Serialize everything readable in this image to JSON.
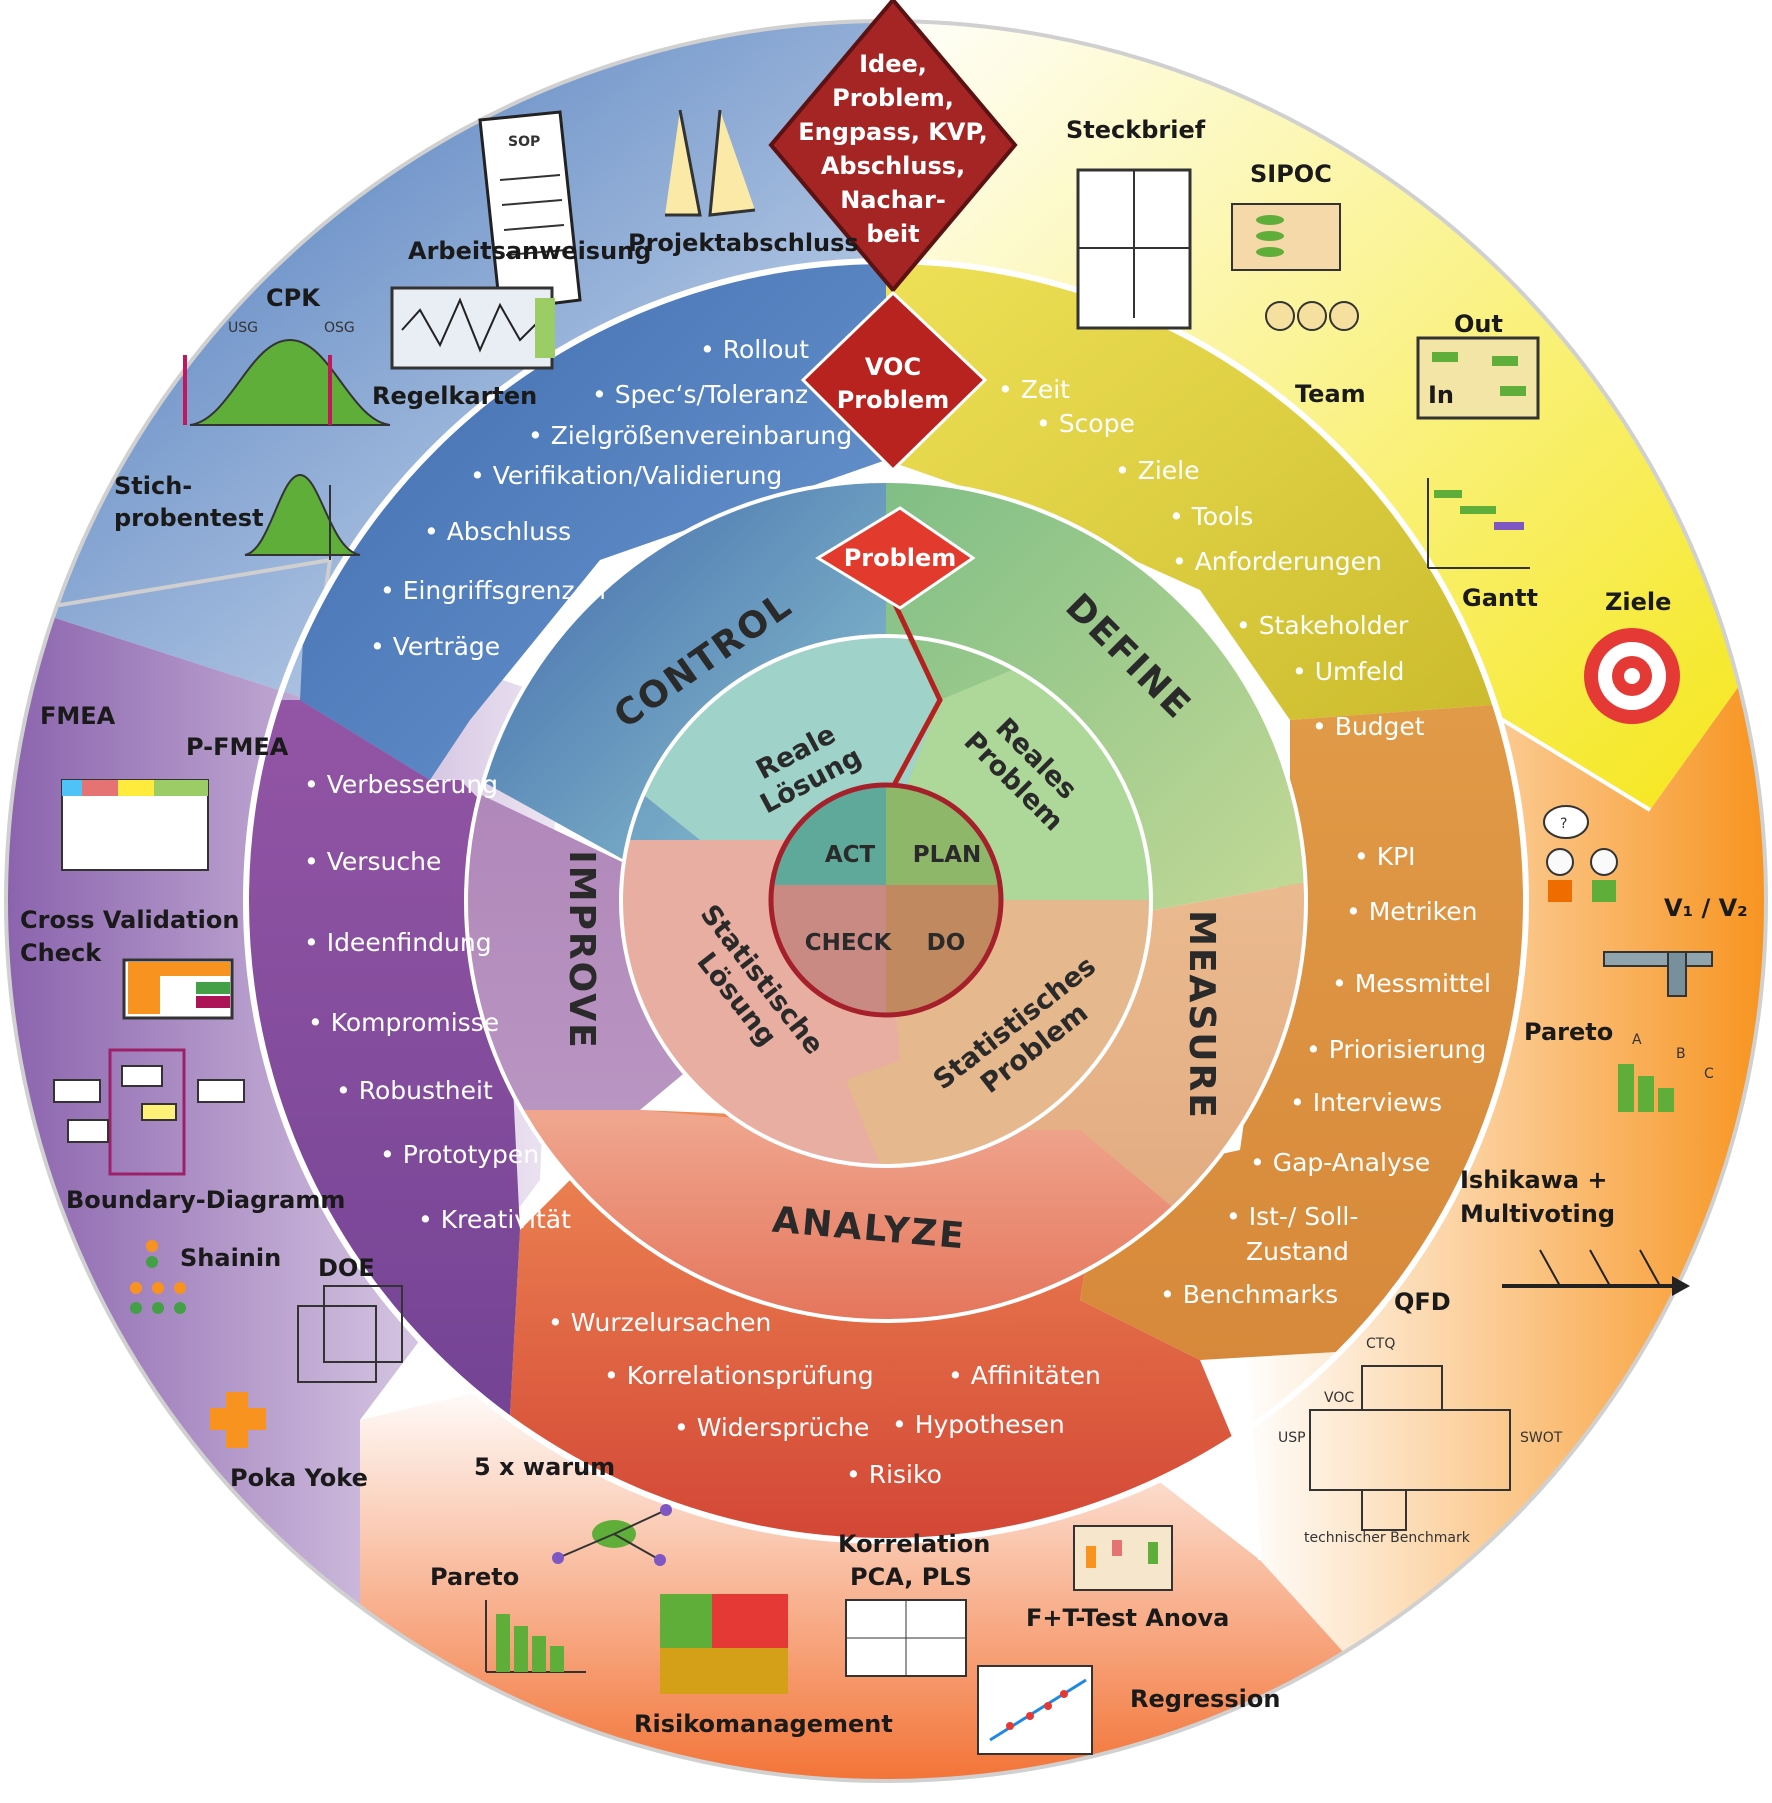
{
  "top_diamond": {
    "lines": [
      "Idee,",
      "Problem,",
      "Engpass, KVP,",
      "Abschluss,",
      "Nachar-",
      "beit"
    ]
  },
  "voc_diamond": {
    "lines": [
      "VOC",
      "Problem"
    ]
  },
  "problem_diamond": {
    "label": "Problem"
  },
  "phases": {
    "control": "CONTROL",
    "define": "DEFINE",
    "measure": "MEASURE",
    "analyze": "ANALYZE",
    "improve": "IMPROVE"
  },
  "mid_ring": {
    "reale_loesung": [
      "Reale",
      "Lösung"
    ],
    "reales_problem": [
      "Reales",
      "Problem"
    ],
    "statistisches_problem": [
      "Statistisches",
      "Problem"
    ],
    "statistische_loesung": [
      "Statistische",
      "Lösung"
    ]
  },
  "pdca": {
    "act": "ACT",
    "plan": "PLAN",
    "check": "CHECK",
    "do": "DO"
  },
  "control_items": [
    "• Rollout",
    "• Spec‘s/Toleranz",
    "• Zielgrößenvereinbarung",
    "• Verifikation/Validierung",
    "• Abschluss",
    "• Eingriffsgrenzen",
    "• Verträge"
  ],
  "define_items": [
    "• Zeit",
    "• Scope",
    "• Ziele",
    "• Tools",
    "• Anforderungen",
    "• Stakeholder",
    "• Umfeld",
    "• Budget"
  ],
  "measure_items": [
    "• KPI",
    "• Metriken",
    "• Messmittel",
    "• Priorisierung",
    "• Interviews",
    "• Gap-Analyse",
    "• Ist-/ Soll-",
    "Zustand",
    "• Benchmarks"
  ],
  "analyze_items": [
    "• Wurzelursachen",
    "• Korrelationsprüfung",
    "• Affinitäten",
    "• Widersprüche",
    "• Hypothesen",
    "• Risiko"
  ],
  "improve_items": [
    "• Verbesserung",
    "• Versuche",
    "• Ideenfindung",
    "• Kompromisse",
    "• Robustheit",
    "• Prototypen",
    "• Kreativität"
  ],
  "outer": {
    "arbeitsanweisung": "Arbeitsanweisung",
    "projektabschluss": "Projektabschluss",
    "sop": "SOP",
    "cpk": "CPK",
    "usg": "USG",
    "osg": "OSG",
    "regelkarten": "Regelkarten",
    "stichprobentest": [
      "Stich-",
      "probentest"
    ],
    "steckbrief": "Steckbrief",
    "sipoc": "SIPOC",
    "team": "Team",
    "out": "Out",
    "in": "In",
    "gantt": "Gantt",
    "ziele": "Ziele",
    "v1v2": "V₁ / V₂",
    "pareto_measure": "Pareto",
    "abc": [
      "A",
      "B",
      "C"
    ],
    "ishikawa": [
      "Ishikawa +",
      "Multivoting"
    ],
    "qfd": "QFD",
    "ctq": "CTQ",
    "voc": "VOC",
    "usp": "USP",
    "swot": "SWOT",
    "technischer_benchmark": "technischer Benchmark",
    "fmea": "FMEA",
    "pfmea": "P-FMEA",
    "cross_validation": [
      "Cross Validation",
      "Check"
    ],
    "boundary": "Boundary-Diagramm",
    "shainin": "Shainin",
    "doe": "DOE",
    "poka_yoke": "Poka Yoke",
    "warum": "5 x warum",
    "pareto_analyze": "Pareto",
    "korrelation": [
      "Korrelation",
      "PCA, PLS"
    ],
    "ftest": "F+T-Test Anova",
    "risikomanagement": "Risikomanagement",
    "regression": "Regression",
    "question": "?"
  },
  "colors": {
    "control": "#4f7fbf",
    "define": "#e6d44a",
    "measure": "#dd9a4e",
    "analyze": "#e0683e",
    "improve": "#8e55a4",
    "diamond": "#b3221f"
  }
}
